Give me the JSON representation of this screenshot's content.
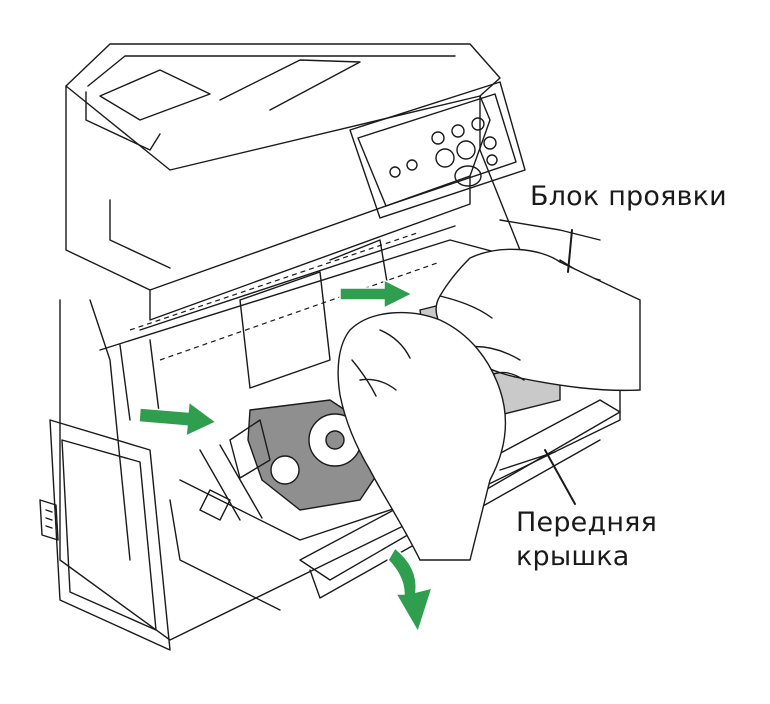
{
  "callouts": {
    "development_unit": "Блок проявки",
    "front_cover_line1": "Передняя",
    "front_cover_line2": "крышка"
  },
  "colors": {
    "arrow": "#2f9e4f",
    "part_fill": "#8f8f8f",
    "shade": "#c9c9c9",
    "line": "#1a1a1a"
  },
  "icons": {
    "push_arrow_top": "arrow-right-icon",
    "push_arrow_left": "arrow-right-icon",
    "close_arrow": "arrow-down-curved-icon"
  }
}
